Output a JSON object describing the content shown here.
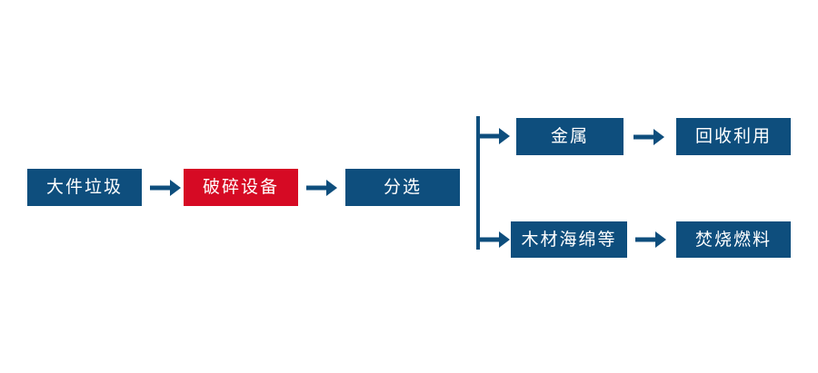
{
  "diagram": {
    "type": "flowchart",
    "orientation": "left-to-right",
    "background_color": "#ffffff",
    "colors": {
      "primary": "#0e4e7d",
      "accent": "#d60a24",
      "node_text": "#ffffff",
      "connector": "#0e4e7d"
    },
    "nodes": [
      {
        "id": "bulky-waste",
        "label": "大件垃圾",
        "style": "primary"
      },
      {
        "id": "crusher",
        "label": "破碎设备",
        "style": "accent"
      },
      {
        "id": "sorting",
        "label": "分选",
        "style": "primary"
      },
      {
        "id": "metal",
        "label": "金属",
        "style": "primary"
      },
      {
        "id": "recycle",
        "label": "回收利用",
        "style": "primary"
      },
      {
        "id": "wood-sponge",
        "label": "木材海绵等",
        "style": "primary"
      },
      {
        "id": "fuel",
        "label": "焚烧燃料",
        "style": "primary"
      }
    ],
    "connectors": [
      {
        "id": "arrow-1",
        "icon": "arrow-right-icon",
        "glyph": "→",
        "from": "bulky-waste",
        "to": "crusher"
      },
      {
        "id": "arrow-2",
        "icon": "arrow-right-icon",
        "glyph": "→",
        "from": "crusher",
        "to": "sorting"
      },
      {
        "id": "split-vertical",
        "icon": "split-line",
        "glyph": "",
        "from": "sorting",
        "to": "branches"
      },
      {
        "id": "arrow-branch-top",
        "icon": "arrow-right-icon",
        "glyph": "→",
        "from": "sorting",
        "to": "metal"
      },
      {
        "id": "arrow-branch-bottom",
        "icon": "arrow-right-icon",
        "glyph": "→",
        "from": "sorting",
        "to": "wood-sponge"
      },
      {
        "id": "arrow-3",
        "icon": "arrow-right-icon",
        "glyph": "→",
        "from": "metal",
        "to": "recycle"
      },
      {
        "id": "arrow-4",
        "icon": "arrow-right-icon",
        "glyph": "→",
        "from": "wood-sponge",
        "to": "fuel"
      }
    ]
  }
}
